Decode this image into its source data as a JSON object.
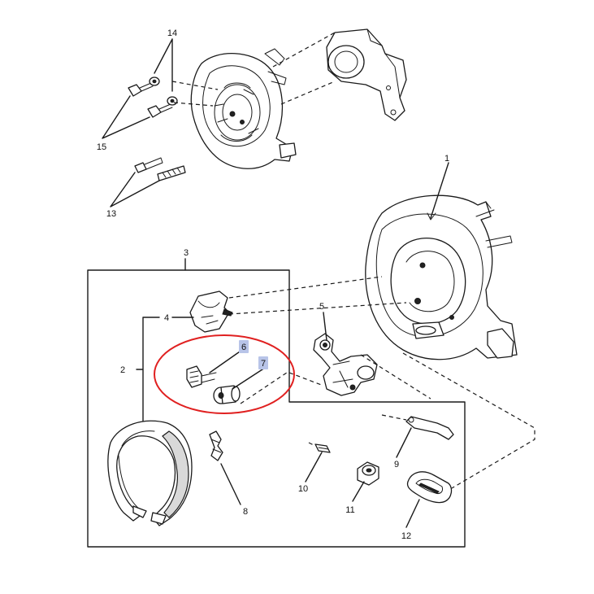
{
  "colors": {
    "line": "#1a1a1a",
    "highlight_ellipse": "#e02020",
    "label_highlight": "#b8c4e8"
  },
  "callouts": {
    "c1": "1",
    "c2": "2",
    "c3": "3",
    "c4": "4",
    "c5": "5",
    "c6": "6",
    "c7": "7",
    "c8": "8",
    "c9": "9",
    "c10": "10",
    "c11": "11",
    "c12": "12",
    "c13": "13",
    "c14": "14",
    "c15": "15"
  }
}
